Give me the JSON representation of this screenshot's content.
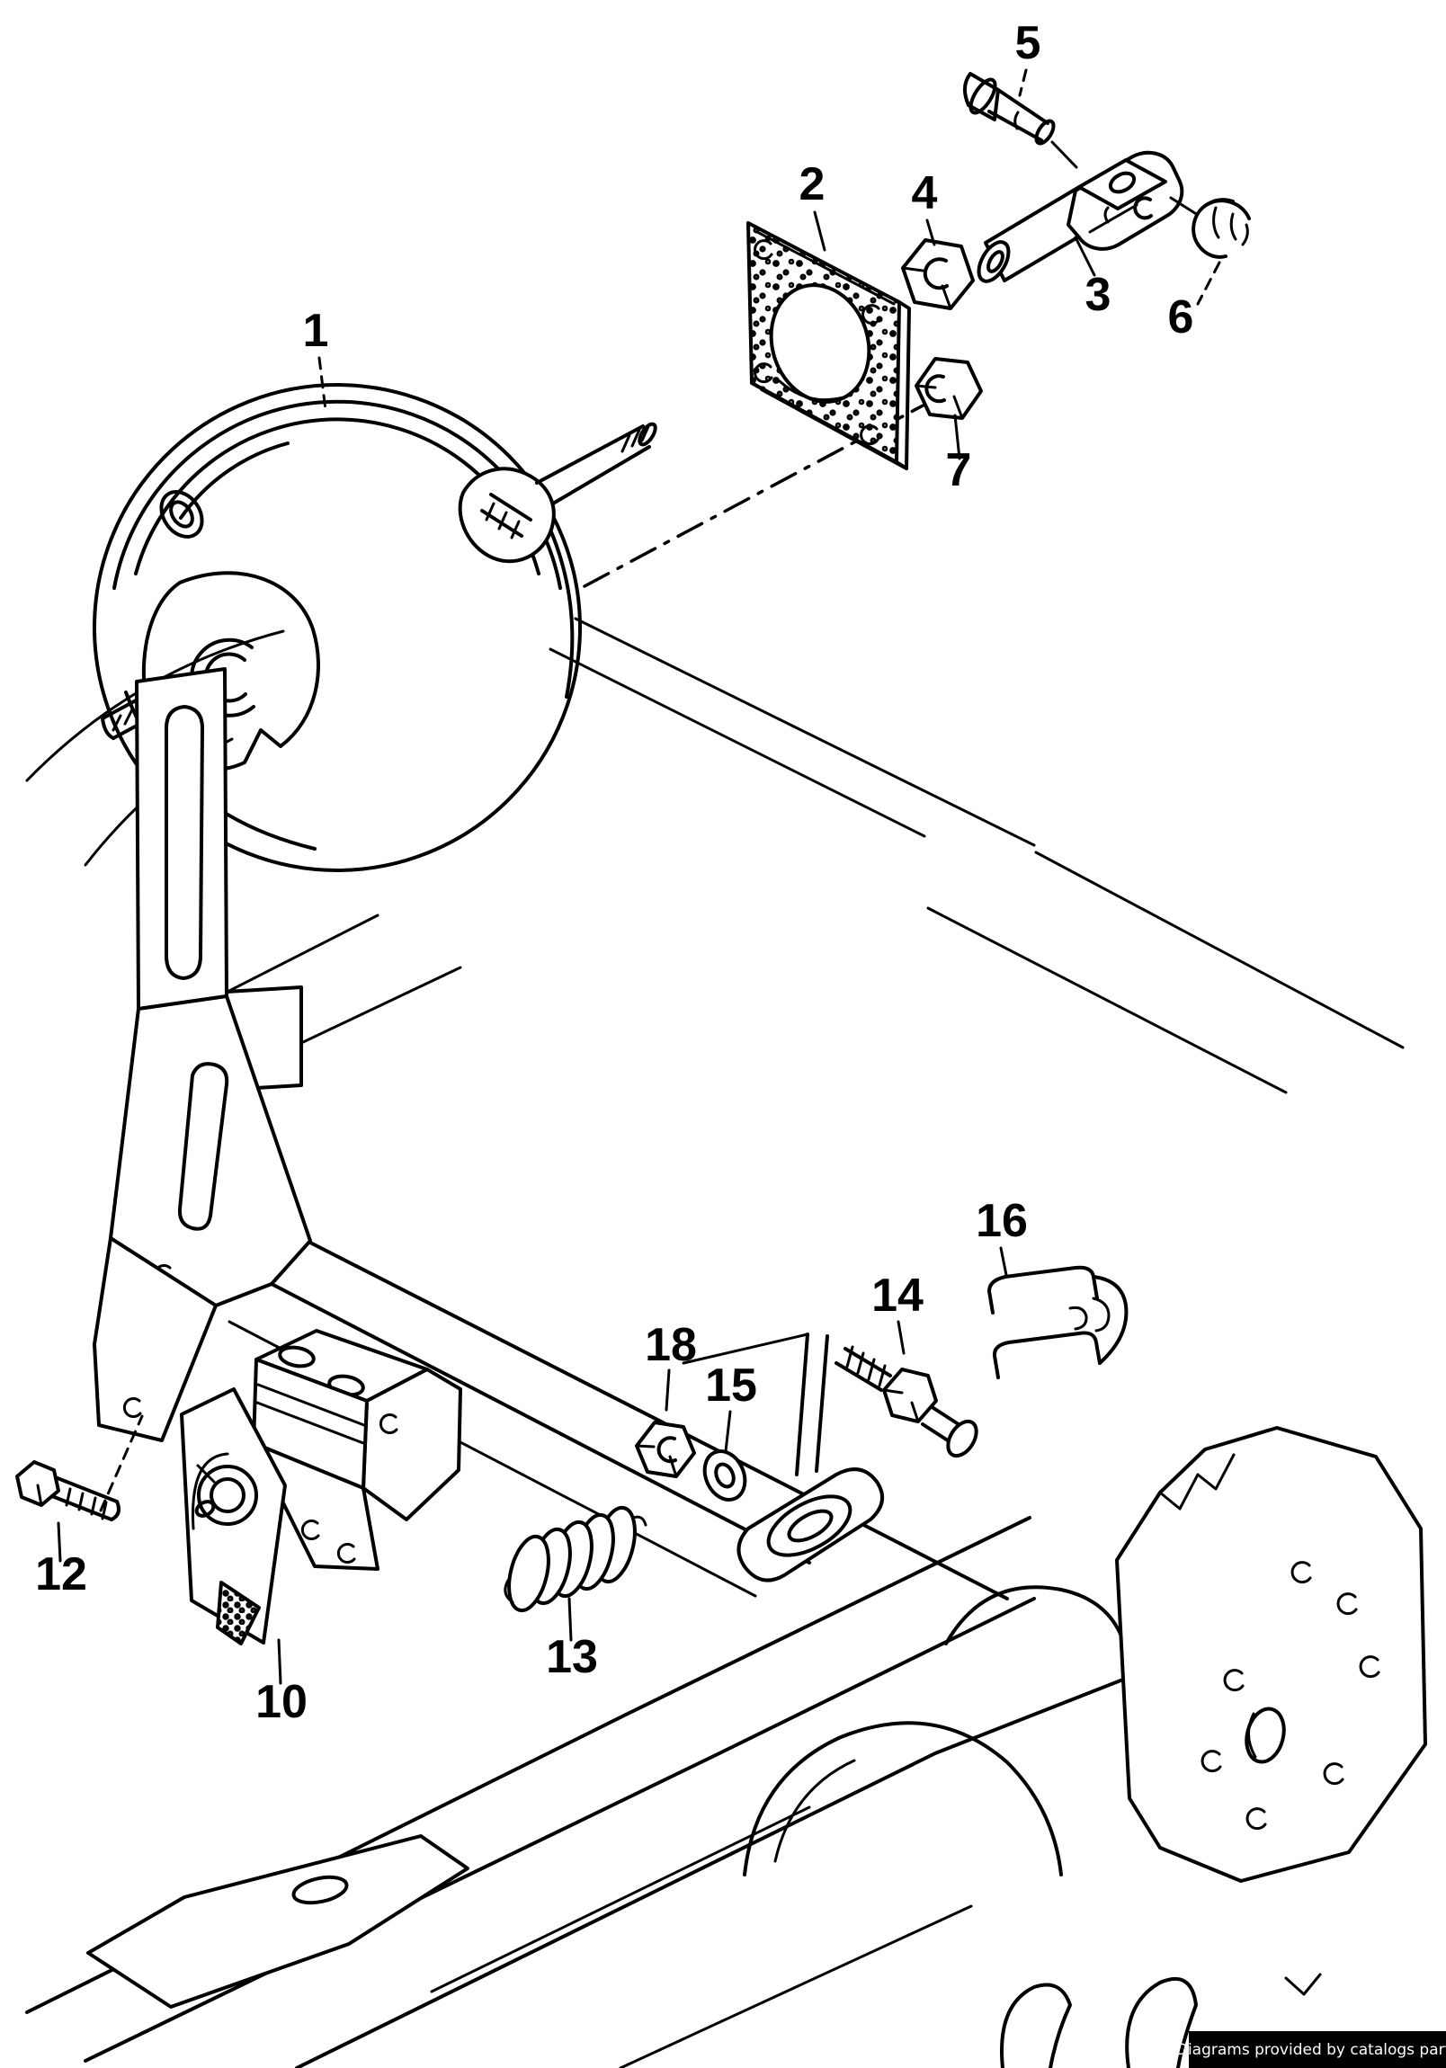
{
  "colors": {
    "ink": "#000000",
    "paper": "#ffffff",
    "watermark_bg": "#000000",
    "watermark_fg": "#ffffff"
  },
  "watermark": {
    "text": "Diagrams provided by catalogs parts"
  },
  "diagram": {
    "callouts": [
      {
        "label": "1"
      },
      {
        "label": "2"
      },
      {
        "label": "3"
      },
      {
        "label": "4"
      },
      {
        "label": "5"
      },
      {
        "label": "6"
      },
      {
        "label": "7"
      },
      {
        "label": "10"
      },
      {
        "label": "12"
      },
      {
        "label": "13"
      },
      {
        "label": "14"
      },
      {
        "label": "15"
      },
      {
        "label": "16"
      },
      {
        "label": "18"
      }
    ]
  }
}
